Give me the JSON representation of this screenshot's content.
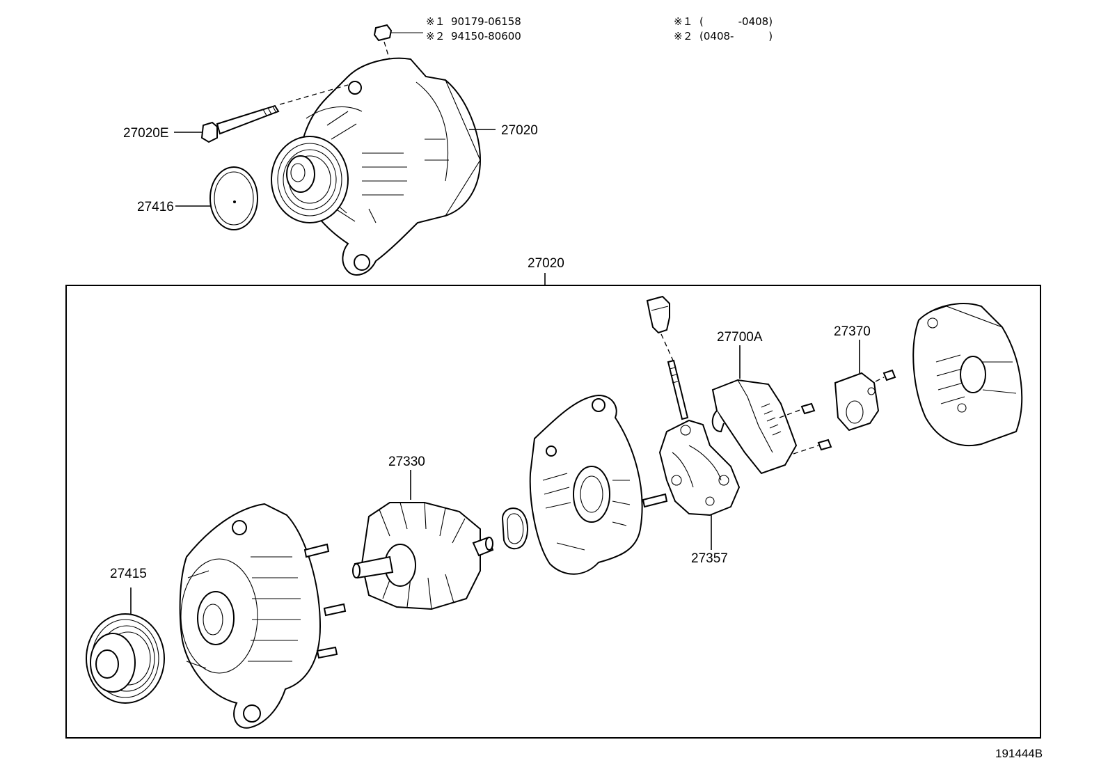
{
  "notes": {
    "n1_mark": "※１",
    "n1_part": "90179-06158",
    "n2_mark": "※２",
    "n2_part": "94150-80600",
    "r1_mark": "※１",
    "r1_range": "(　　　 -0408)",
    "r2_mark": "※２",
    "r2_range": "(0408-　　　 )"
  },
  "callouts": {
    "c27020E": "27020E",
    "c27020_top": "27020",
    "c27416": "27416",
    "c27020_box": "27020",
    "c27415": "27415",
    "c27330": "27330",
    "c27357": "27357",
    "c27700A": "27700A",
    "c27370": "27370"
  },
  "figure_id": "191444B"
}
